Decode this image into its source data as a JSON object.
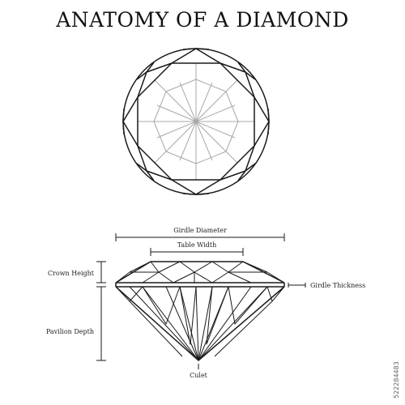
{
  "title": "ANATOMY OF A DIAMOND",
  "labels": {
    "girdle_diameter": "Girdle Diameter",
    "table_width": "Table Width",
    "crown_height": "Crown Height",
    "girdle_thickness": "Girdle Thickness",
    "pavilion_depth": "Pavilion Depth",
    "culet": "Culet"
  },
  "stock_id": "522284483",
  "colors": {
    "outline": "#1a1a1a",
    "inner_facets": "#a8a8a8"
  }
}
